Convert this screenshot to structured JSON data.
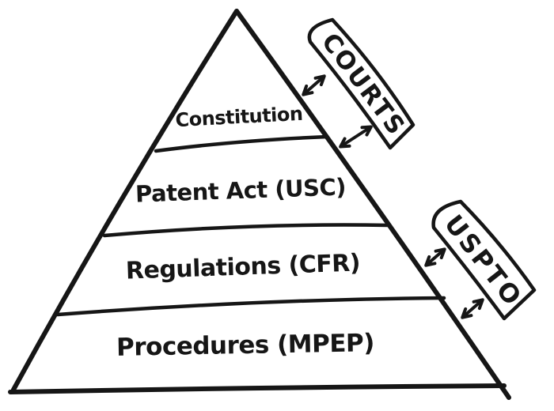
{
  "canvas": {
    "background_color": "#ffffff",
    "ink_color": "#161616"
  },
  "pyramid": {
    "description": "hand-drawn four-layer triangle hierarchy",
    "layers": [
      {
        "label": "Constitution"
      },
      {
        "label": "Patent Act (USC)"
      },
      {
        "label": "Regulations (CFR)"
      },
      {
        "label": "Procedures (MPEP)"
      }
    ]
  },
  "banners": {
    "courts": {
      "label": "COURTS"
    },
    "uspto": {
      "label": "USPTO"
    }
  },
  "icons": {
    "double_arrow": "↔"
  },
  "relations": [
    {
      "entity": "COURTS",
      "connects_to": "upper pyramid layers (Constitution / Patent Act)",
      "type": "bidirectional-arrows",
      "arrow_count": 2
    },
    {
      "entity": "USPTO",
      "connects_to": "lower pyramid layers (Regulations / Procedures)",
      "type": "bidirectional-arrows",
      "arrow_count": 2
    }
  ]
}
